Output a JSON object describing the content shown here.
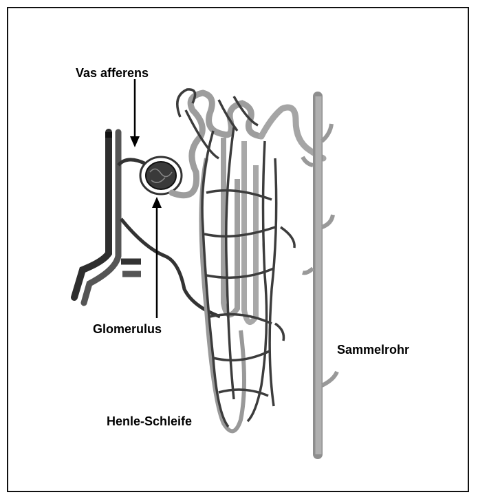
{
  "labels": {
    "vas_afferens": "Vas afferens",
    "glomerulus": "Glomerulus",
    "henle_schleife": "Henle-Schleife",
    "sammelrohr": "Sammelrohr"
  },
  "colors": {
    "vessel": "#444444",
    "tubule": "#a8a8a8",
    "glomerulus": "#333333",
    "outline": "#222222"
  }
}
